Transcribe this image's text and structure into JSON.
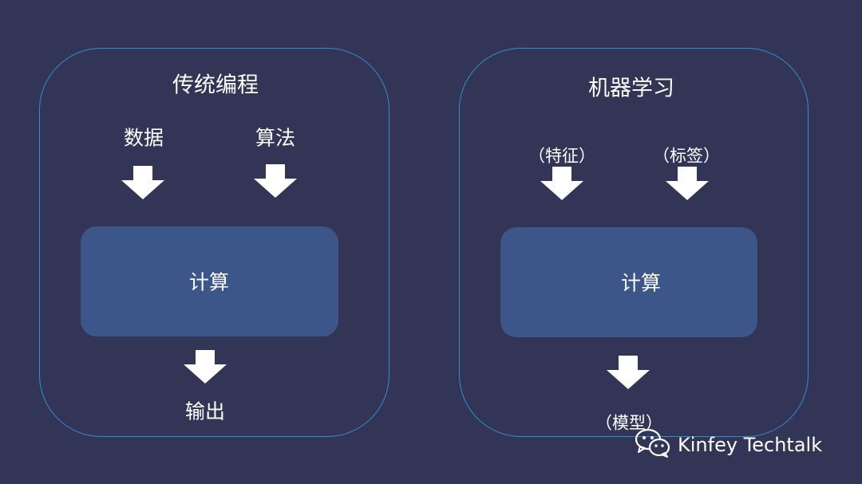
{
  "left": {
    "title": "传统编程",
    "input_a": "数据",
    "input_b": "算法",
    "process": "计算",
    "output": "输出"
  },
  "right": {
    "title": "机器学习",
    "input_a": "（特征）",
    "input_b": "（标签）",
    "process": "计算",
    "output": "（模型）"
  },
  "watermark": {
    "text": "Kinfey Techtalk",
    "icon": "wechat-icon"
  },
  "colors": {
    "background": "#333557",
    "panel_border": "#2f8fd0",
    "compute_box": "#3c5689",
    "arrow": "#ffffff"
  }
}
